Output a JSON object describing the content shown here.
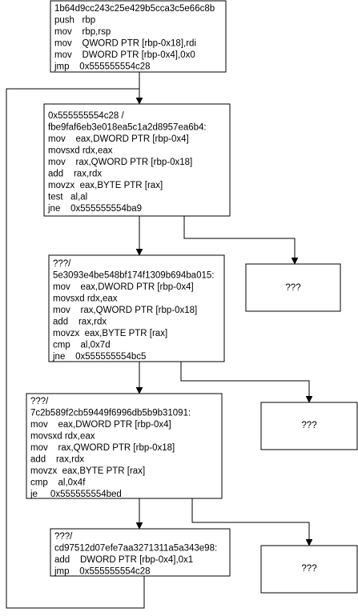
{
  "blocks": [
    {
      "lines": [
        "1b64d9cc243c25e429b5cca3c5e66c8b",
        "push   rbp",
        "mov    rbp,rsp",
        "mov    QWORD PTR [rbp-0x18],rdi",
        "mov    DWORD PTR [rbp-0x4],0x0",
        "jmp    0x555555554c28"
      ]
    },
    {
      "lines": [
        "0x555555554c28 /",
        "fbe9faf6eb3e018ea5c1a2d8957ea6b4:",
        "mov    eax,DWORD PTR [rbp-0x4]",
        "movsxd rdx,eax",
        "mov    rax,QWORD PTR [rbp-0x18]",
        "add    rax,rdx",
        "movzx  eax,BYTE PTR [rax]",
        "test   al,al",
        "jne    0x555555554ba9"
      ]
    },
    {
      "lines": [
        "???/",
        "5e3093e4be548bf174f1309b694ba015:",
        "mov    eax,DWORD PTR [rbp-0x4]",
        "movsxd rdx,eax",
        "mov    rax,QWORD PTR [rbp-0x18]",
        "add    rax,rdx",
        "movzx  eax,BYTE PTR [rax]",
        "cmp    al,0x7d",
        "jne    0x555555554bc5"
      ]
    },
    {
      "lines": [
        "???/",
        "7c2b589f2cb59449f6996db5b9b31091:",
        "mov    eax,DWORD PTR [rbp-0x4]",
        "movsxd rdx,eax",
        "mov    rax,QWORD PTR [rbp-0x18]",
        "add    rax,rdx",
        "movzx  eax,BYTE PTR [rax]",
        "cmp    al,0x4f",
        "je     0x555555554bed"
      ]
    },
    {
      "lines": [
        "???/",
        "cd97512d07efe7aa3271311a5a343e98:",
        "add    DWORD PTR [rbp-0x4],0x1",
        "jmp    0x555555554c28"
      ]
    }
  ],
  "unknown_blocks": [
    {
      "label": "???"
    },
    {
      "label": "???"
    },
    {
      "label": "???"
    }
  ]
}
